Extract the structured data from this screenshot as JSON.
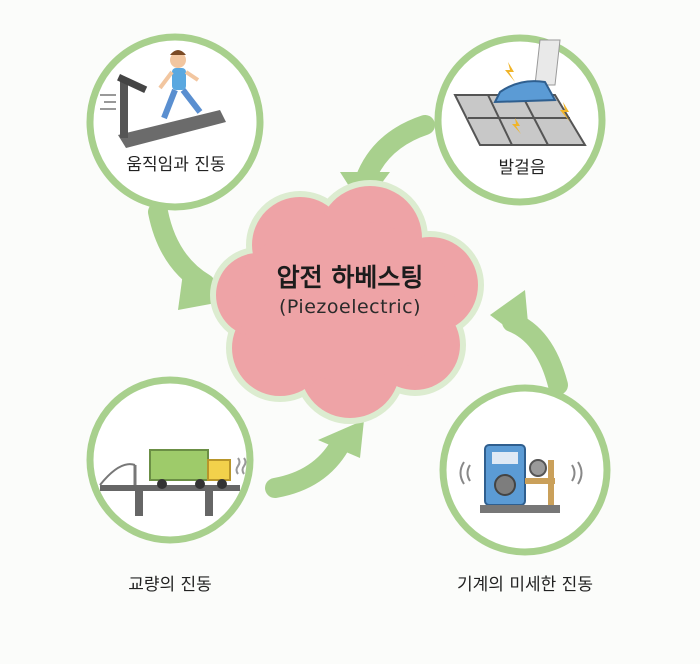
{
  "center": {
    "title": "압전 하베스팅",
    "subtitle": "(Piezoelectric)"
  },
  "sources": [
    {
      "label": "움직임과 진동",
      "icon": "treadmill-runner-icon"
    },
    {
      "label": "발걸음",
      "icon": "footstep-tile-icon"
    },
    {
      "label": "교량의 진동",
      "icon": "bridge-truck-icon"
    },
    {
      "label": "기계의 미세한 진동",
      "icon": "vibrating-machine-icon"
    }
  ],
  "colors": {
    "circle_stroke": "#a8d08d",
    "arrow": "#a8d08d",
    "cloud_fill": "#eea3a6",
    "cloud_stroke": "#dcecd0",
    "background": "#fbfcfa"
  }
}
